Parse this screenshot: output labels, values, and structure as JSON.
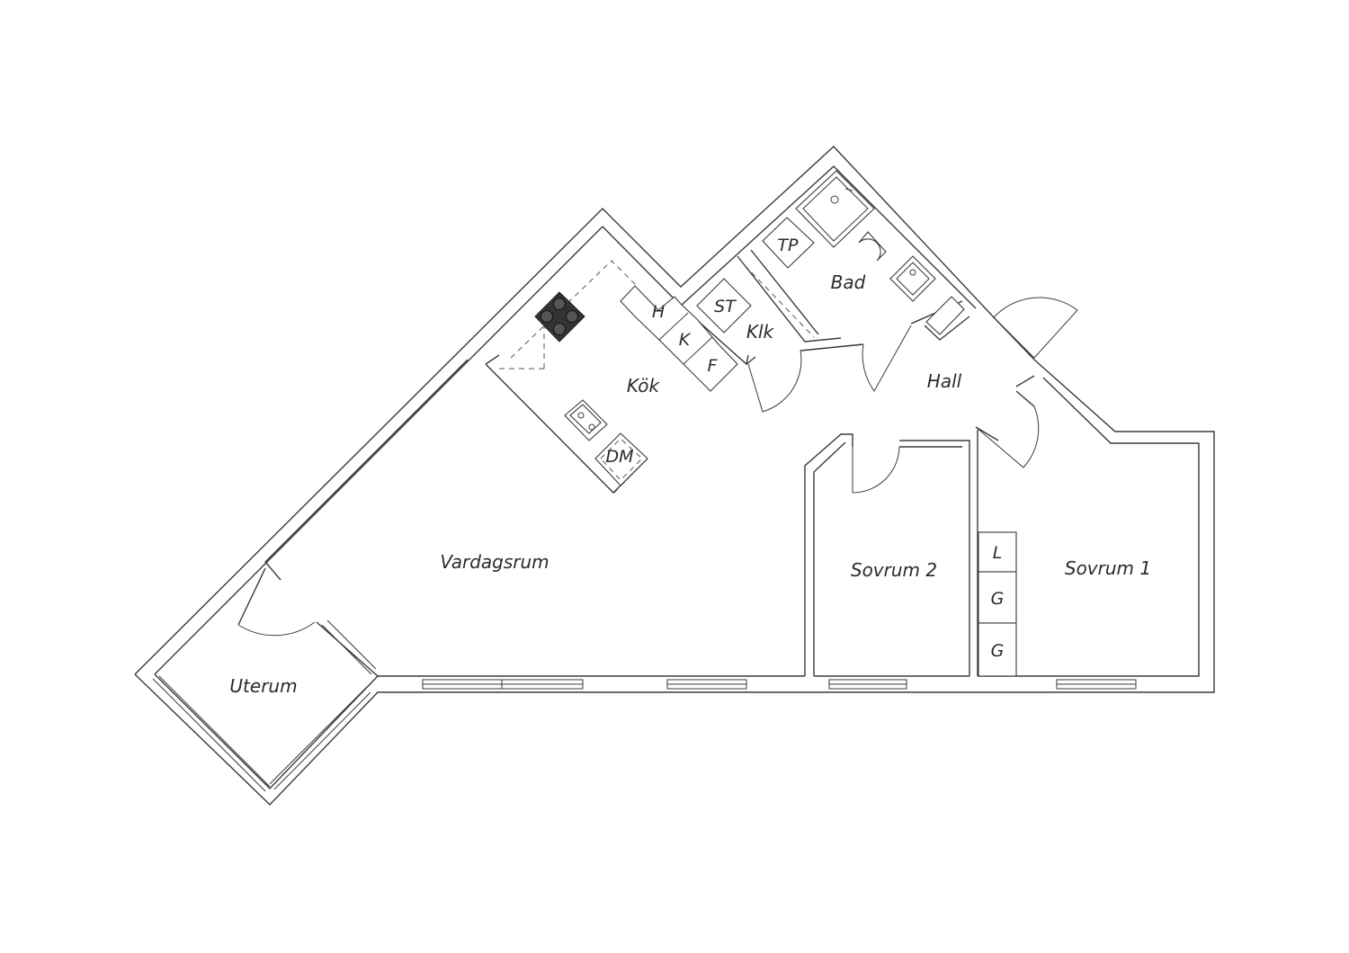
{
  "rooms": {
    "vardagsrum": "Vardagsrum",
    "kok": "Kök",
    "klk": "Klk",
    "bad": "Bad",
    "hall": "Hall",
    "sovrum1": "Sovrum 1",
    "sovrum2": "Sovrum 2",
    "uterum": "Uterum"
  },
  "fixtures": {
    "h": "H",
    "k": "K",
    "f": "F",
    "dm": "DM",
    "st": "ST",
    "tp": "TP",
    "l": "L",
    "g1": "G",
    "g2": "G"
  },
  "colors": {
    "line": "#3a3a3a",
    "stove": "#333333",
    "background": "#ffffff"
  }
}
